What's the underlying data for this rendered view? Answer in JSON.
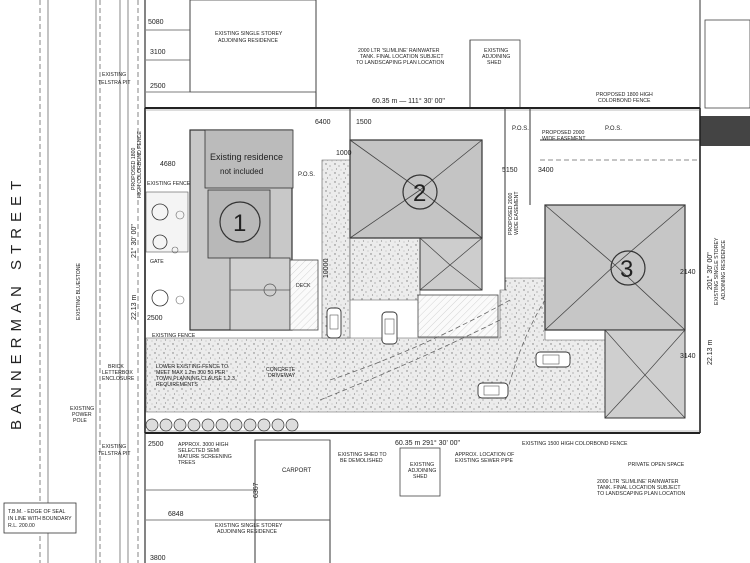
{
  "street": {
    "name": "BANNERMAN STREET"
  },
  "units": [
    {
      "number": "1"
    },
    {
      "number": "2"
    },
    {
      "number": "3"
    }
  ],
  "labels": {
    "existing_residence": "Existing residence",
    "not_included": "not included",
    "existing_single_storey_top": "EXISTING SINGLE STOREY",
    "adjoining_residence": "ADJOINING RESIDENCE",
    "existing_single_storey_bottom": "EXISTING SINGLE STOREY",
    "adjoining_residence_bottom": "ADJOINING RESIDENCE",
    "rainwater_tank_top_1": "2000 LTR 'SLIMLINE' RAINWATER",
    "rainwater_tank_top_2": "TANK. FINAL LOCATION SUBJECT",
    "rainwater_tank_top_3": "TO LANDSCAPING PLAN LOCATION",
    "existing_adjoining_shed_1": "EXISTING",
    "existing_adjoining_shed_2": "ADJOINING",
    "existing_adjoining_shed_3": "SHED",
    "proposed_fence_1": "PROPOSED 1800 HIGH",
    "proposed_fence_2": "COLORBOND FENCE",
    "pos": "P.O.S.",
    "proposed_easement_1": "PROPOSED 2000",
    "proposed_easement_2": "WIDE EASEMENT",
    "existing_telstra_pit_top_1": "EXISTING",
    "existing_telstra_pit_top_2": "TELSTRA PIT",
    "existing_fence": "EXISTING FENCE",
    "gate": "GATE",
    "existing_bluestone": "EXISTING BLUESTONE",
    "existing_fence_mid": "EXISTING FENCE",
    "brick_letterbox_1": "BRICK",
    "brick_letterbox_2": "LETTERBOX",
    "brick_letterbox_3": "ENCLOSURE",
    "lower_fence_1": "LOWER EXISTING FENCE TO",
    "lower_fence_2": "MEET MAX 1.2m 300 50 PER",
    "lower_fence_3": "TOWN PLANNING CLAUSE 1.2.3",
    "lower_fence_4": "REQUIREMENTS",
    "concrete_driveway_1": "CONCRETE",
    "concrete_driveway_2": "DRIVEWAY",
    "deck": "DECK",
    "existing_power_pole_1": "EXISTING",
    "existing_power_pole_2": "POWER",
    "existing_power_pole_3": "POLE",
    "existing_telstra_pit_bottom_1": "EXISTING",
    "existing_telstra_pit_bottom_2": "TELSTRA PIT",
    "screening_trees_1": "APPROX. 3000 HIGH",
    "screening_trees_2": "SELECTED SEMI",
    "screening_trees_3": "MATURE SCREENING",
    "screening_trees_4": "TREES",
    "carport": "CARPORT",
    "existing_shed_demolished_1": "EXISTING SHED TO",
    "existing_shed_demolished_2": "BE DEMOLISHED",
    "existing_adjoining_shed_b_1": "EXISTING",
    "existing_adjoining_shed_b_2": "ADJOINING",
    "existing_adjoining_shed_b_3": "SHED",
    "sewer_pipe_1": "APPROX. LOCATION OF",
    "sewer_pipe_2": "EXISTING SEWER PIPE",
    "existing_colorbond_fence": "EXISTING 1500 HIGH COLORBOND FENCE",
    "private_open_space": "PRIVATE OPEN SPACE",
    "rainwater_tank_bottom_1": "2000 LTR 'SLIMLINE' RAINWATER",
    "rainwater_tank_bottom_2": "TANK. FINAL LOCATION SUBJECT",
    "rainwater_tank_bottom_3": "TO LANDSCAPING PLAN LOCATION",
    "adjoining_residence_right_1": "EXISTING SINGLE STOREY",
    "adjoining_residence_right_2": "ADJOINING RESIDENCE",
    "tbm_1": "T.B.M. - EDGE OF SEAL",
    "tbm_2": "IN LINE WITH BOUNDARY",
    "tbm_3": "R.L. 200.00",
    "proposed_fence_pos_1": "PROPOSED 1800",
    "proposed_fence_pos_2": "HIGH COLORBOND FENCE",
    "proposed_easement_v_1": "PROPOSED 2000",
    "proposed_easement_v_2": "WIDE EASEMENT"
  },
  "dimensions": {
    "top_boundary": "60.35 m — 111° 30' 00\"",
    "bottom_boundary": "60.35 m    291° 30' 00\"",
    "left_boundary_length": "22.13 m",
    "left_boundary_bearing": "21° 30' 00\"",
    "right_boundary_length": "22.13 m",
    "right_boundary_bearing": "201° 30' 00\"",
    "d5080": "5080",
    "d3100": "3100",
    "d2500_top": "2500",
    "d6400": "6400",
    "d1500": "1500",
    "d4680": "4680",
    "d1000": "1000",
    "d5150": "5150",
    "d3400": "3400",
    "d2140": "2140",
    "d3140": "3140",
    "d2500_mid": "2500",
    "d2500_bottom": "2500",
    "d6848": "6848",
    "d3800": "3800",
    "d6367": "6367",
    "d10000": "10000"
  }
}
